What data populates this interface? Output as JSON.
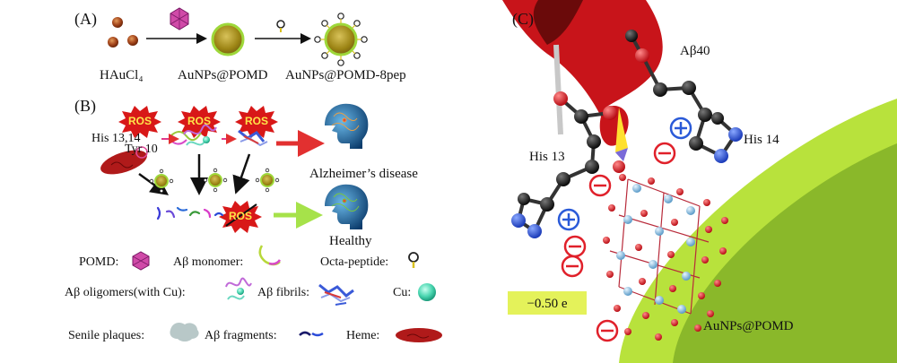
{
  "panel_a": {
    "tag": "(A)",
    "label_haucl4": "HAuCl₄",
    "label_aunps_pomd": "AuNPs@POMD",
    "label_aunps_pomd_8pep": "AuNPs@POMD-8pep"
  },
  "panel_b": {
    "tag": "(B)",
    "ros_label": "ROS",
    "label_his": "His 13,14",
    "label_tyr": "Tyr 10",
    "label_alzheimers": "Alzheimer’s disease",
    "label_healthy": "Healthy",
    "legend": {
      "pomd": "POMD:",
      "monomer": "Aβ monomer:",
      "octapeptide": "Octa-peptide:",
      "oligomers": "Aβ oligomers(with Cu):",
      "fibrils": "Aβ fibrils:",
      "cu": "Cu:",
      "plaques": "Senile plaques:",
      "fragments": "Aβ fragments:",
      "heme": "Heme:"
    }
  },
  "panel_c": {
    "tag": "(C)",
    "label_abeta40": "Aβ40",
    "label_his13": "His 13",
    "label_his14": "His 14",
    "charge_value": "−0.50 e",
    "label_aunps_pomd": "AuNPs@POMD"
  },
  "colors": {
    "gold_np": "#b59a1e",
    "np_ring": "#9ed83a",
    "ros_burst": "#d81818",
    "arrow_red": "#e23030",
    "arrow_green": "#a6e24a",
    "ribbon_red": "#c8141a",
    "surface_green": "#b8e23c",
    "cluster_blue": "#8cc6e6",
    "oxygen_red": "#e0202a",
    "nitrogen_blue": "#2a5ad8",
    "charge_box": "#e4f25a"
  }
}
